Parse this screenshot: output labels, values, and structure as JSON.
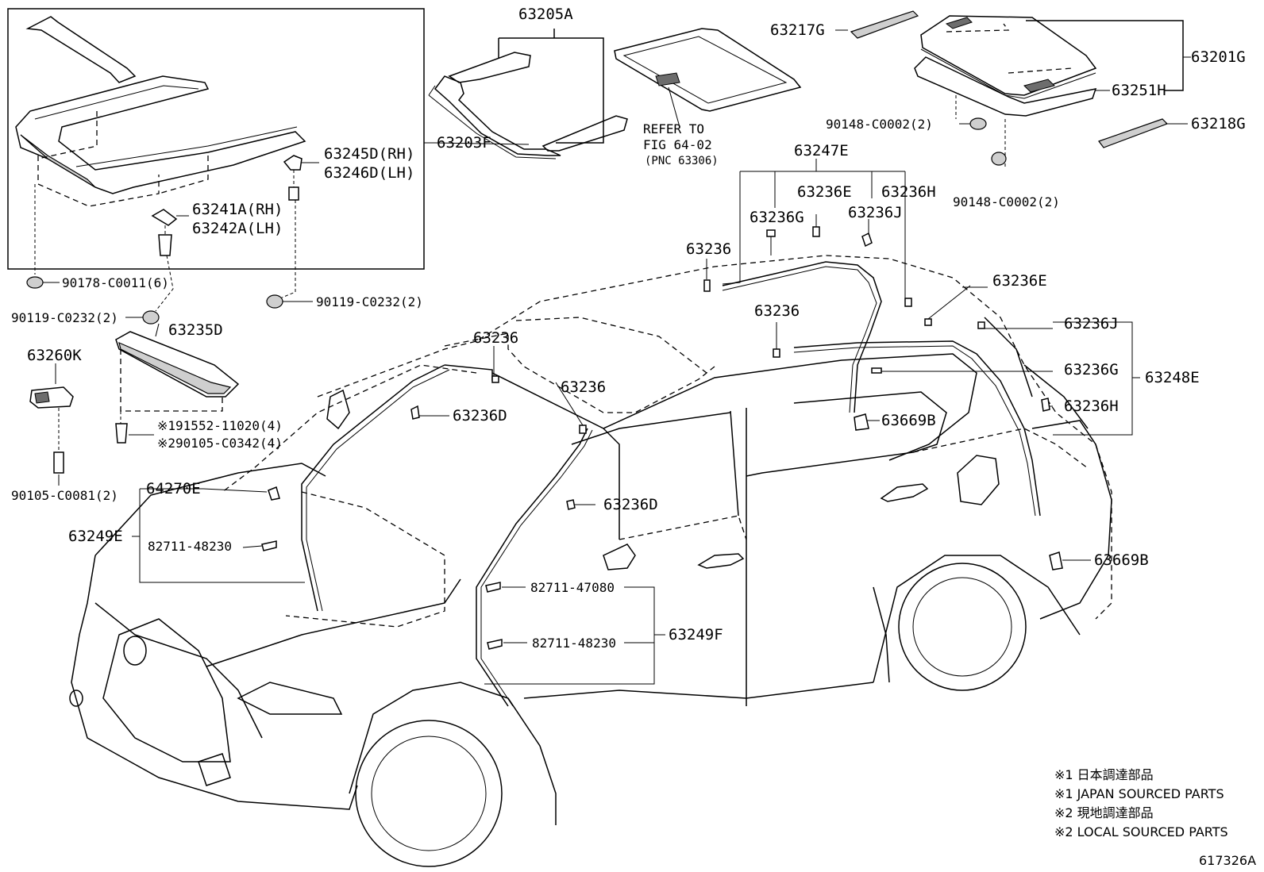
{
  "labels": {
    "l63205A": "63205A",
    "l63203F": "63203F",
    "lRefer1": "REFER TO",
    "lRefer2": "FIG 64-02",
    "lRefer3": "(PNC 63306)",
    "l63217G": "63217G",
    "l63201G": "63201G",
    "l63251H": "63251H",
    "l90148a": "90148-C0002(2)",
    "l63218G": "63218G",
    "l90148b": "90148-C0002(2)",
    "l63245D": "63245D(RH)",
    "l63246D": "63246D(LH)",
    "l63241A": "63241A(RH)",
    "l63242A": "63242A(LH)",
    "l90178": "90178-C0011(6)",
    "l90119a": "90119-C0232(2)",
    "l90119b": "90119-C0232(2)",
    "l63235D": "63235D",
    "l63260K": "63260K",
    "l91552": "※191552-11020(4)",
    "l90105a": "※290105-C0342(4)",
    "l90105b": "90105-C0081(2)",
    "l63247E": "63247E",
    "l63236E_a": "63236E",
    "l63236H_a": "63236H",
    "l63236G_a": "63236G",
    "l63236J_a": "63236J",
    "l63236_a": "63236",
    "l63236_b": "63236",
    "l63236_c": "63236",
    "l63236_d": "63236",
    "l63236E_b": "63236E",
    "l63236J_b": "63236J",
    "l63236G_b": "63236G",
    "l63236H_b": "63236H",
    "l63248E": "63248E",
    "l63236D_a": "63236D",
    "l63236D_b": "63236D",
    "l63669B_a": "63669B",
    "l63669B_b": "63669B",
    "l64270E": "64270E",
    "l63249E": "63249E",
    "l82711_48230a": "82711-48230",
    "l82711_47080": "82711-47080",
    "l82711_48230b": "82711-48230",
    "l63249F": "63249F",
    "note1jp": "※1 日本調達部品",
    "note1en": "※1 JAPAN SOURCED PARTS",
    "note2jp": "※2 現地調達部品",
    "note2en": "※2 LOCAL SOURCED PARTS",
    "figure_id": "617326A"
  }
}
